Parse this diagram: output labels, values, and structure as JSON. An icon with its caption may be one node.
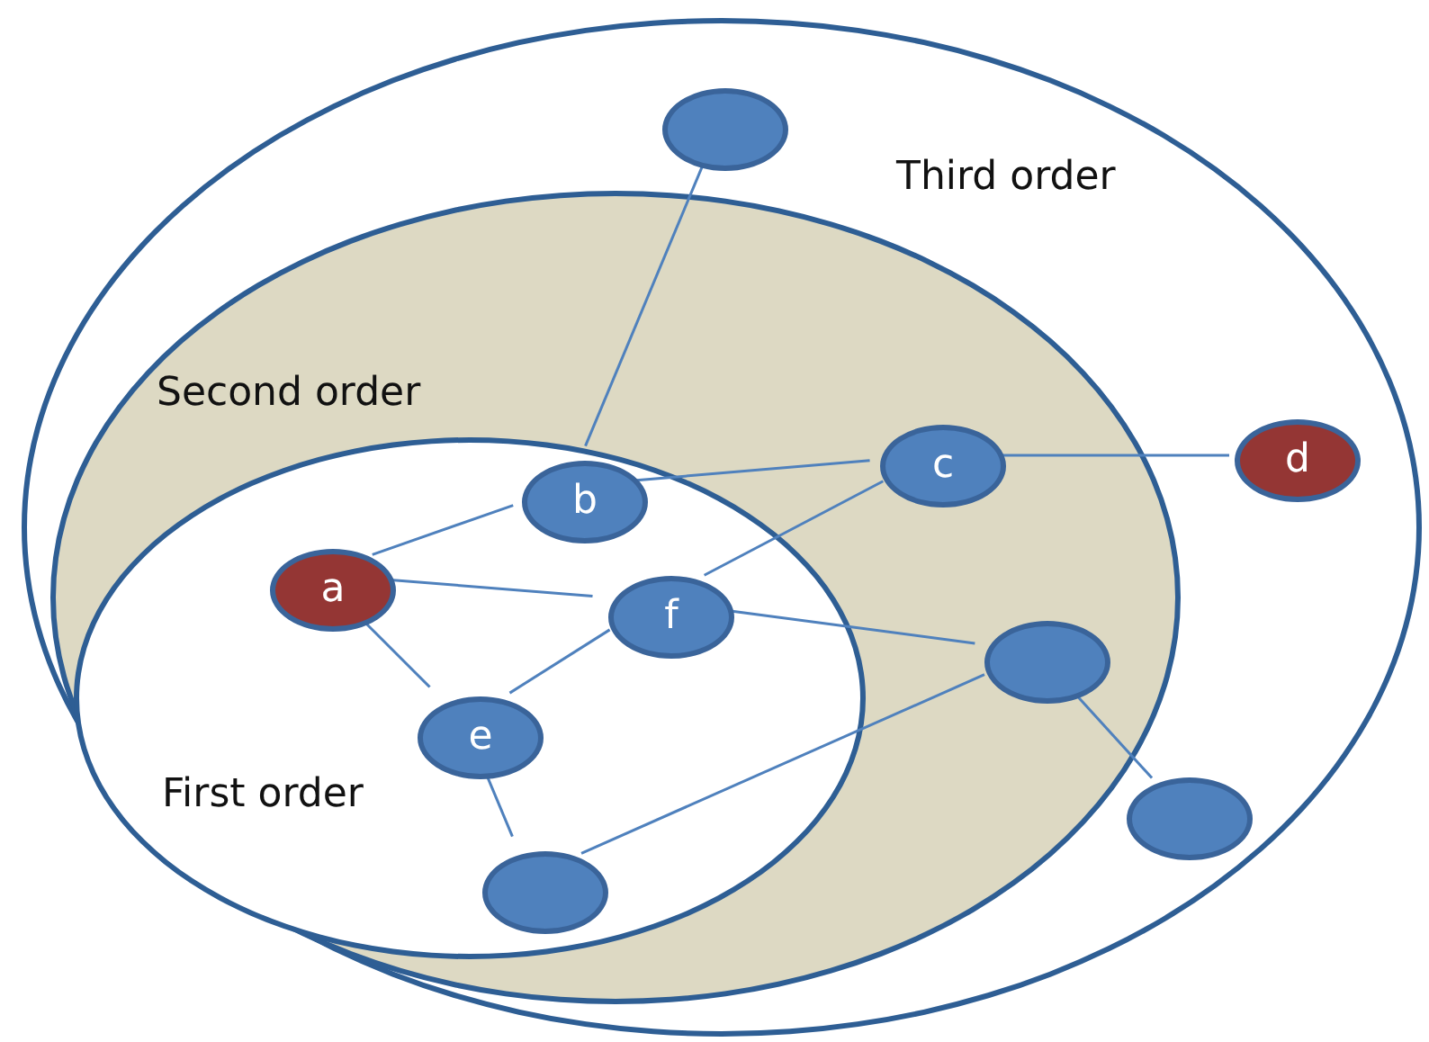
{
  "diagram": {
    "nodes": [
      {
        "text": [
          "Third order"
        ]
      },
      {
        "text": [
          "Second order"
        ],
        "in": 0
      },
      {
        "text": [
          "First order"
        ],
        "in": 1
      },
      {
        "text": [],
        "shape": "circle",
        "in": 0
      },
      {
        "text": [
          "c"
        ],
        "in": 1
      },
      {
        "text": [
          "d"
        ],
        "in": 0
      },
      {
        "text": [
          "b"
        ],
        "in": 2
      },
      {
        "text": [
          "a"
        ],
        "in": 2
      },
      {
        "text": [
          "f"
        ],
        "in": 2
      },
      {
        "text": [],
        "shape": "circle",
        "in": 1
      },
      {
        "text": [
          "e"
        ],
        "in": 2
      },
      {
        "text": [],
        "shape": "circle",
        "in": 0
      },
      {
        "text": [],
        "shape": "circle",
        "in": 2
      }
    ],
    "edges": [
      {
        "from": 3,
        "to": 6,
        "arrow": "none"
      },
      {
        "from": 6,
        "to": 4,
        "arrow": "none"
      },
      {
        "from": 4,
        "to": 5,
        "arrow": "none"
      },
      {
        "from": 7,
        "to": 6,
        "arrow": "none"
      },
      {
        "from": 7,
        "to": 8,
        "arrow": "none"
      },
      {
        "from": 4,
        "to": 8,
        "arrow": "none"
      },
      {
        "from": 7,
        "to": 10,
        "arrow": "none"
      },
      {
        "from": 10,
        "to": 8,
        "arrow": "none"
      },
      {
        "from": 8,
        "to": 9,
        "arrow": "none"
      },
      {
        "from": 9,
        "to": 11,
        "arrow": "none"
      },
      {
        "from": 10,
        "to": 12,
        "arrow": "none"
      },
      {
        "from": 12,
        "to": 9,
        "arrow": "none"
      }
    ]
  }
}
